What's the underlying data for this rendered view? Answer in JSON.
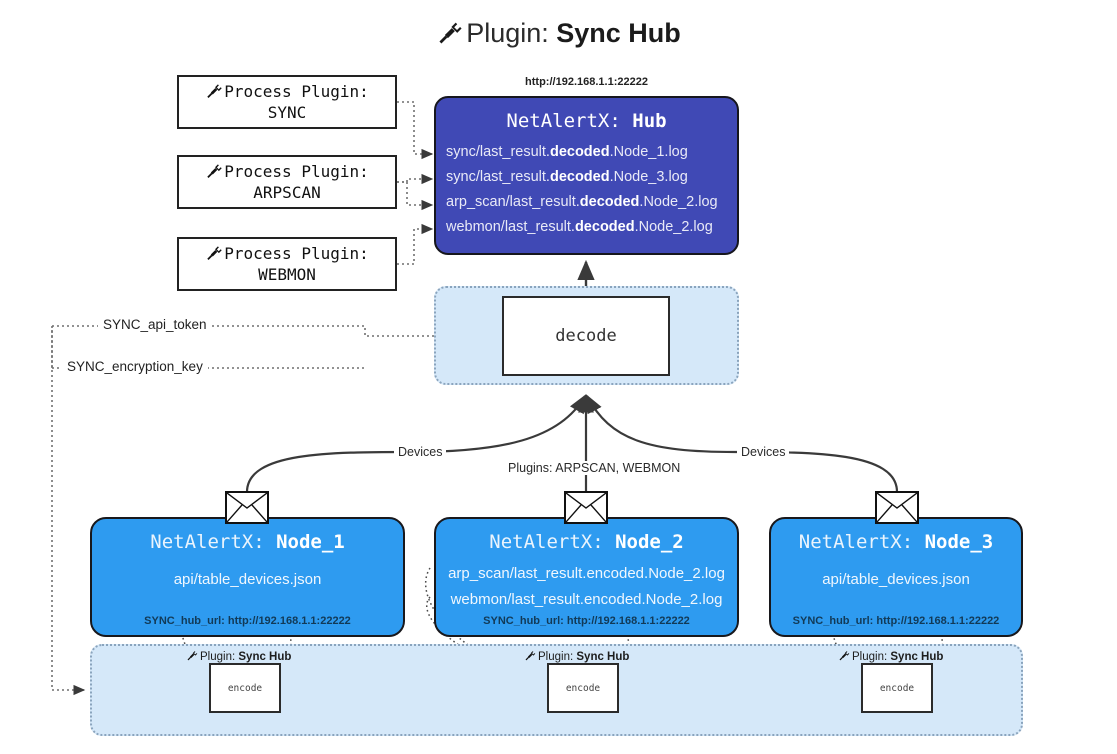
{
  "title": {
    "icon": "plug-icon",
    "prefix": "Plugin:",
    "name": "Sync Hub"
  },
  "process_plugins": [
    {
      "icon": "plug-icon",
      "line1": "Process Plugin:",
      "line2": "SYNC"
    },
    {
      "icon": "plug-icon",
      "line1": "Process Plugin:",
      "line2": "ARPSCAN"
    },
    {
      "icon": "plug-icon",
      "line1": "Process Plugin:",
      "line2": "WEBMON"
    }
  ],
  "hub": {
    "url": "http://192.168.1.1:22222",
    "title_prefix": "NetAlertX:",
    "title_name": "Hub",
    "logs": [
      {
        "pre": "sync/last_result.",
        "mid": "decoded",
        "post": ".Node_1.log"
      },
      {
        "pre": "sync/last_result.",
        "mid": "decoded",
        "post": ".Node_3.log"
      },
      {
        "pre": "arp_scan/last_result.",
        "mid": "decoded",
        "post": ".Node_2.log"
      },
      {
        "pre": "webmon/last_result.",
        "mid": "decoded",
        "post": ".Node_2.log"
      }
    ]
  },
  "decode": {
    "label": "decode"
  },
  "secrets": [
    {
      "label": "SYNC_api_token"
    },
    {
      "label": "SYNC_encryption_key"
    }
  ],
  "edge_labels": {
    "devices_left": "Devices",
    "devices_right": "Devices",
    "plugins_middle": "Plugins: ARPSCAN, WEBMON"
  },
  "nodes": [
    {
      "title_prefix": "NetAlertX:",
      "title_name": "Node_1",
      "lines": [
        "api/table_devices.json"
      ],
      "footer": "SYNC_hub_url: http://192.168.1.1:22222",
      "icon": "envelope-icon"
    },
    {
      "title_prefix": "NetAlertX:",
      "title_name": "Node_2",
      "lines": [
        "arp_scan/last_result.encoded.Node_2.log",
        "webmon/last_result.encoded.Node_2.log"
      ],
      "footer": "SYNC_hub_url: http://192.168.1.1:22222",
      "icon": "envelope-icon"
    },
    {
      "title_prefix": "NetAlertX:",
      "title_name": "Node_3",
      "lines": [
        "api/table_devices.json"
      ],
      "footer": "SYNC_hub_url: http://192.168.1.1:22222",
      "icon": "envelope-icon"
    }
  ],
  "encoders": [
    {
      "icon": "plug-icon",
      "label_prefix": "Plugin:",
      "label_name": "Sync Hub",
      "box": "encode"
    },
    {
      "icon": "plug-icon",
      "label_prefix": "Plugin:",
      "label_name": "Sync Hub",
      "box": "encode"
    },
    {
      "icon": "plug-icon",
      "label_prefix": "Plugin:",
      "label_name": "Sync Hub",
      "box": "encode"
    }
  ],
  "colors": {
    "hub_fill": "#4049b5",
    "node_fill": "#2e9bf0",
    "container_fill": "#d5e8f9",
    "container_border": "#8aa4bd",
    "stroke": "#2b2b2b"
  }
}
